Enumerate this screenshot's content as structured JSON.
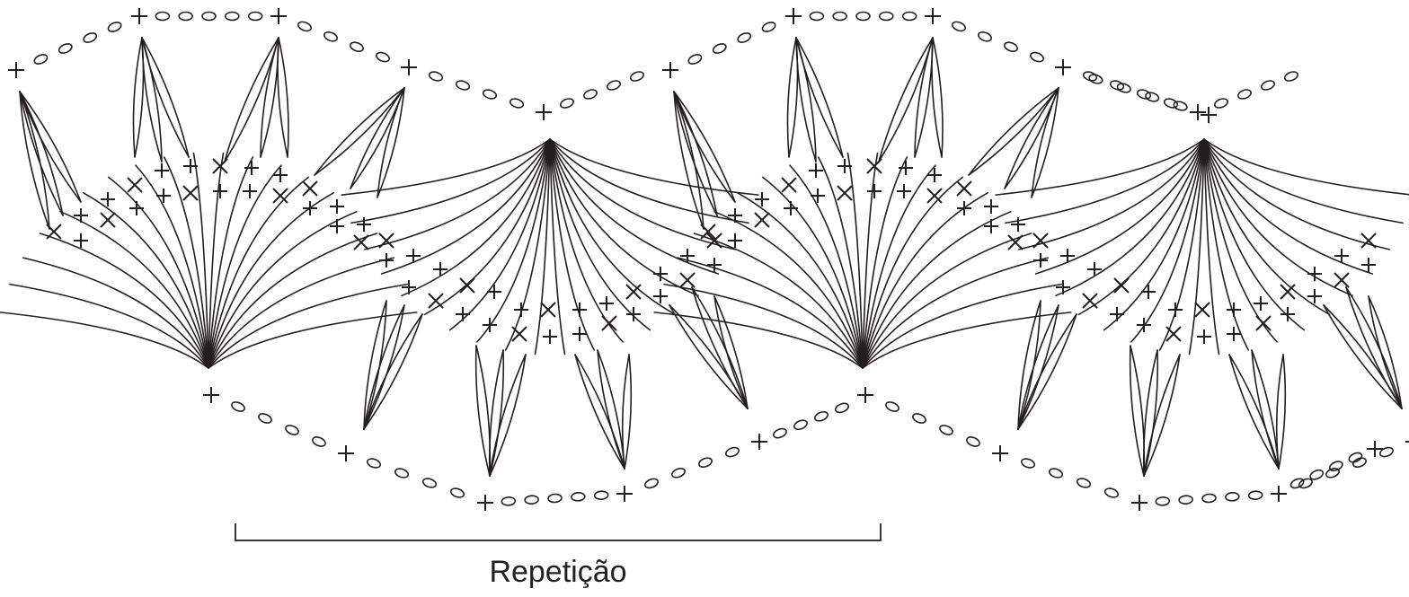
{
  "caption": "Repetição",
  "colors": {
    "ink": "#231f20",
    "background": "#ffffff"
  },
  "symbols": {
    "chain": "chain-stitch-oval",
    "single_crochet": "single-crochet-plus",
    "stitch_group": "fan-of-tall-stitches"
  }
}
